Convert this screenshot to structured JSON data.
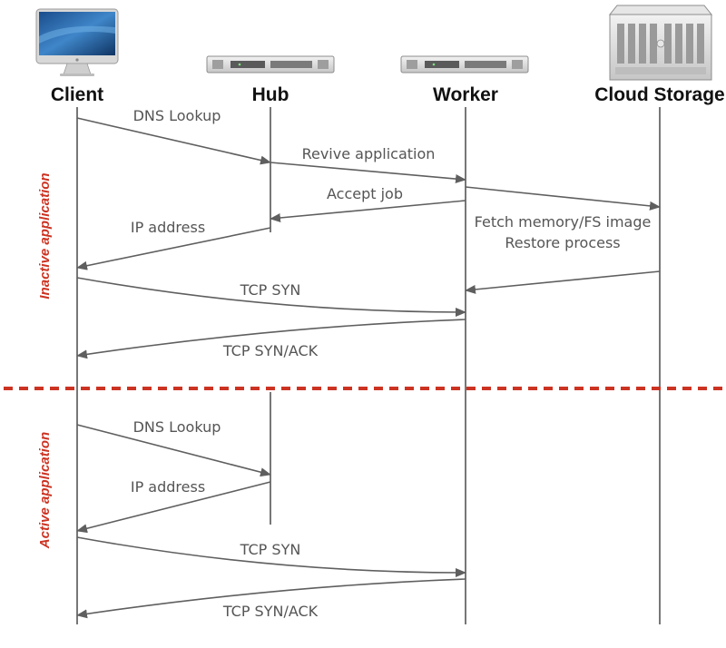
{
  "colors": {
    "phase_divider": "#cc3322",
    "lifeline": "#555555",
    "message": "#5f5f5f",
    "label_text": "#555555",
    "actor_text": "#111111"
  },
  "actors": [
    {
      "id": "client",
      "label": "Client",
      "icon": "imac-desktop-icon"
    },
    {
      "id": "hub",
      "label": "Hub",
      "icon": "rack-server-icon"
    },
    {
      "id": "worker",
      "label": "Worker",
      "icon": "rack-server-icon"
    },
    {
      "id": "cloud",
      "label": "Cloud Storage",
      "icon": "storage-array-icon"
    }
  ],
  "phases": [
    {
      "label": "Inactive application"
    },
    {
      "label": "Active application"
    }
  ],
  "messages": [
    {
      "label": "DNS Lookup",
      "from": "client",
      "to": "hub"
    },
    {
      "label": "Revive application",
      "from": "hub",
      "to": "worker"
    },
    {
      "label": "",
      "from": "worker",
      "to": "cloud"
    },
    {
      "label": "Accept job",
      "from": "worker",
      "to": "hub"
    },
    {
      "label": "IP address",
      "from": "hub",
      "to": "client"
    },
    {
      "label": "",
      "from": "cloud",
      "to": "worker"
    },
    {
      "label": "TCP SYN",
      "from": "client",
      "to": "worker"
    },
    {
      "label": "TCP SYN/ACK",
      "from": "worker",
      "to": "client"
    },
    {
      "label": "DNS Lookup",
      "from": "client",
      "to": "hub"
    },
    {
      "label": "IP address",
      "from": "hub",
      "to": "client"
    },
    {
      "label": "TCP SYN",
      "from": "client",
      "to": "worker"
    },
    {
      "label": "TCP SYN/ACK",
      "from": "worker",
      "to": "client"
    }
  ],
  "notes": [
    {
      "label": "Fetch memory/FS image"
    },
    {
      "label": "Restore process"
    }
  ]
}
